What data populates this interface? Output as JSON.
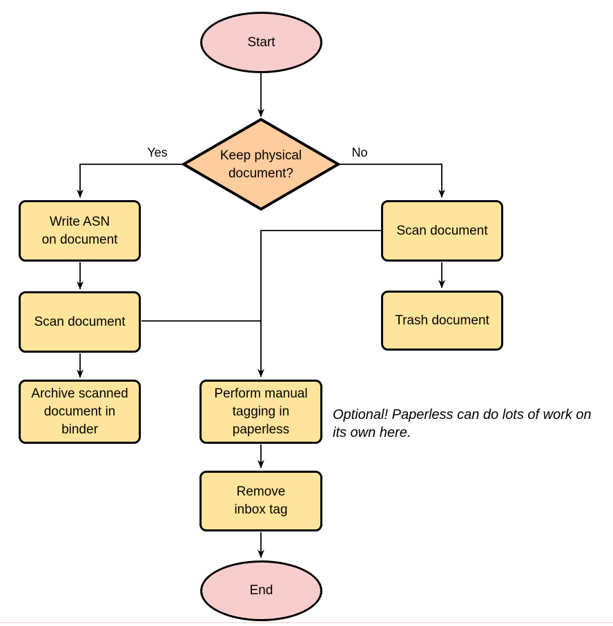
{
  "diagram": {
    "type": "flowchart",
    "nodes": {
      "start": {
        "label": "Start",
        "shape": "terminator"
      },
      "decision": {
        "label": "Keep physical\ndocument?",
        "shape": "decision"
      },
      "write_asn": {
        "label": "Write ASN\non document",
        "shape": "process"
      },
      "scan_left": {
        "label": "Scan document",
        "shape": "process"
      },
      "archive": {
        "label": "Archive scanned\ndocument in\nbinder",
        "shape": "process"
      },
      "scan_right": {
        "label": "Scan document",
        "shape": "process"
      },
      "trash": {
        "label": "Trash document",
        "shape": "process"
      },
      "tagging": {
        "label": "Perform manual\ntagging in\npaperless",
        "shape": "process"
      },
      "remove_inbox": {
        "label": "Remove\ninbox tag",
        "shape": "process"
      },
      "end": {
        "label": "End",
        "shape": "terminator"
      }
    },
    "edge_labels": {
      "yes": "Yes",
      "no": "No"
    },
    "annotation": "Optional! Paperless can do lots of work on\nits own here.",
    "colors": {
      "background": "#FFFFFF",
      "terminator_fill": "#F8CECC",
      "decision_fill": "#FFCC9E",
      "process_fill": "#FFE59C",
      "shape_stroke": "#000000",
      "edge_stroke": "#000000",
      "text": "#000000",
      "bottom_rule": "#F6E2E1"
    }
  }
}
